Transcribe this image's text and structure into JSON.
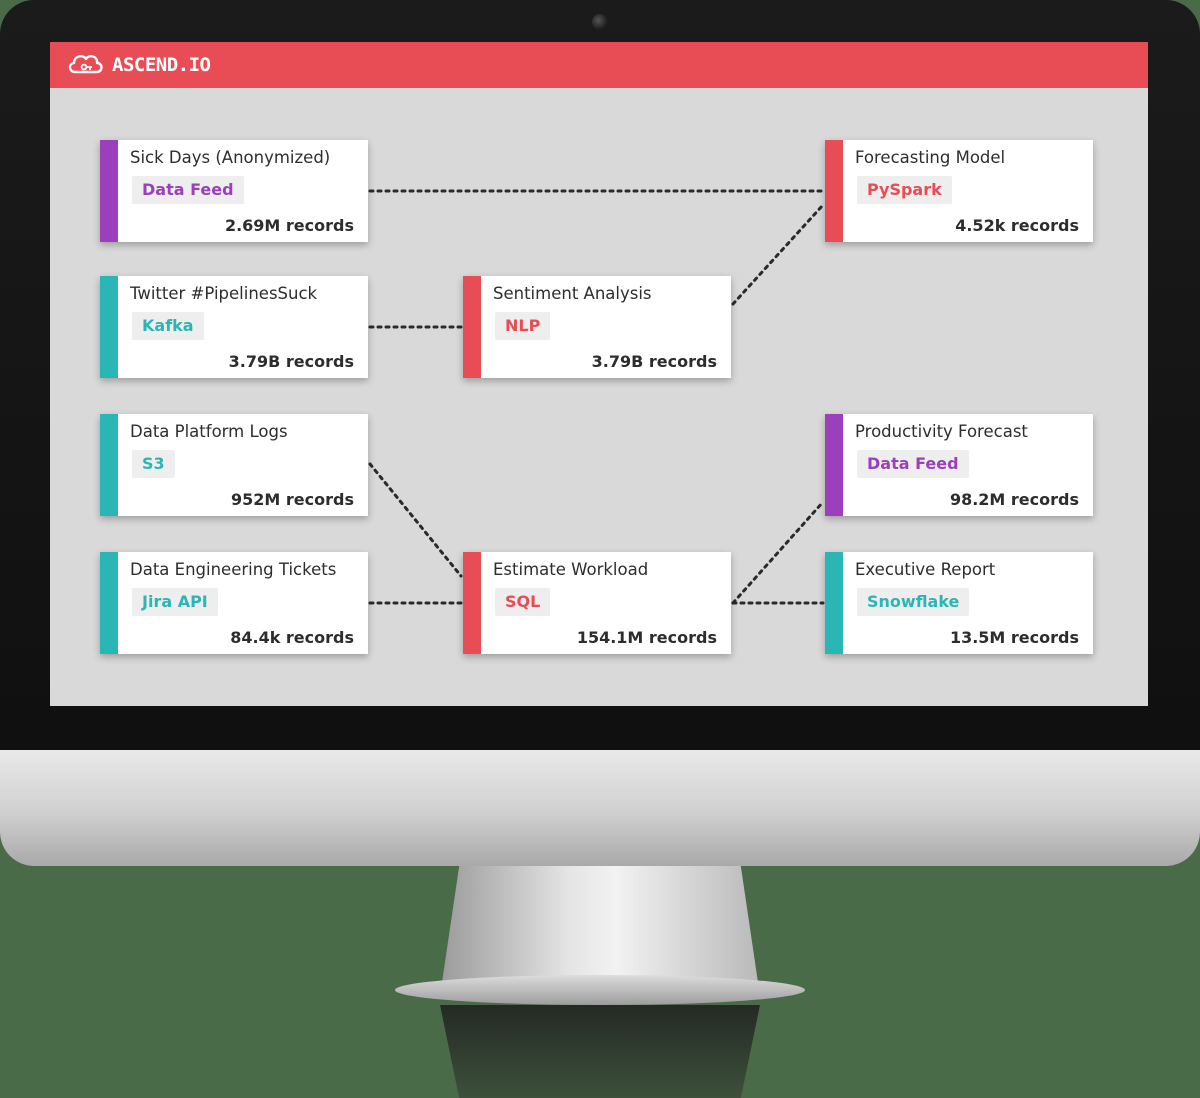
{
  "brand": {
    "name": "ASCEND.IO"
  },
  "colors": {
    "header": "#e84c55",
    "purple": "#9b3fbd",
    "teal": "#2bb6b6",
    "red": "#e84c55"
  },
  "nodes": [
    {
      "id": "sick-days",
      "title": "Sick Days (Anonymized)",
      "tag": "Data Feed",
      "records": "2.69M records",
      "color": "#9b3fbd"
    },
    {
      "id": "twitter",
      "title": "Twitter #PipelinesSuck",
      "tag": "Kafka",
      "records": "3.79B records",
      "color": "#2bb6b6"
    },
    {
      "id": "platform-logs",
      "title": "Data Platform Logs",
      "tag": "S3",
      "records": "952M records",
      "color": "#2bb6b6"
    },
    {
      "id": "eng-tickets",
      "title": "Data Engineering Tickets",
      "tag": "Jira API",
      "records": "84.4k records",
      "color": "#2bb6b6"
    },
    {
      "id": "sentiment",
      "title": "Sentiment Analysis",
      "tag": "NLP",
      "records": "3.79B records",
      "color": "#e84c55"
    },
    {
      "id": "workload",
      "title": "Estimate Workload",
      "tag": "SQL",
      "records": "154.1M records",
      "color": "#e84c55"
    },
    {
      "id": "forecasting",
      "title": "Forecasting Model",
      "tag": "PySpark",
      "records": "4.52k records",
      "color": "#e84c55"
    },
    {
      "id": "productivity",
      "title": "Productivity Forecast",
      "tag": "Data Feed",
      "records": "98.2M records",
      "color": "#9b3fbd"
    },
    {
      "id": "exec-report",
      "title": "Executive Report",
      "tag": "Snowflake",
      "records": "13.5M records",
      "color": "#2bb6b6"
    }
  ],
  "edges": [
    [
      "sick-days",
      "forecasting"
    ],
    [
      "twitter",
      "sentiment"
    ],
    [
      "sentiment",
      "forecasting"
    ],
    [
      "platform-logs",
      "workload"
    ],
    [
      "eng-tickets",
      "workload"
    ],
    [
      "workload",
      "productivity"
    ],
    [
      "workload",
      "exec-report"
    ]
  ]
}
